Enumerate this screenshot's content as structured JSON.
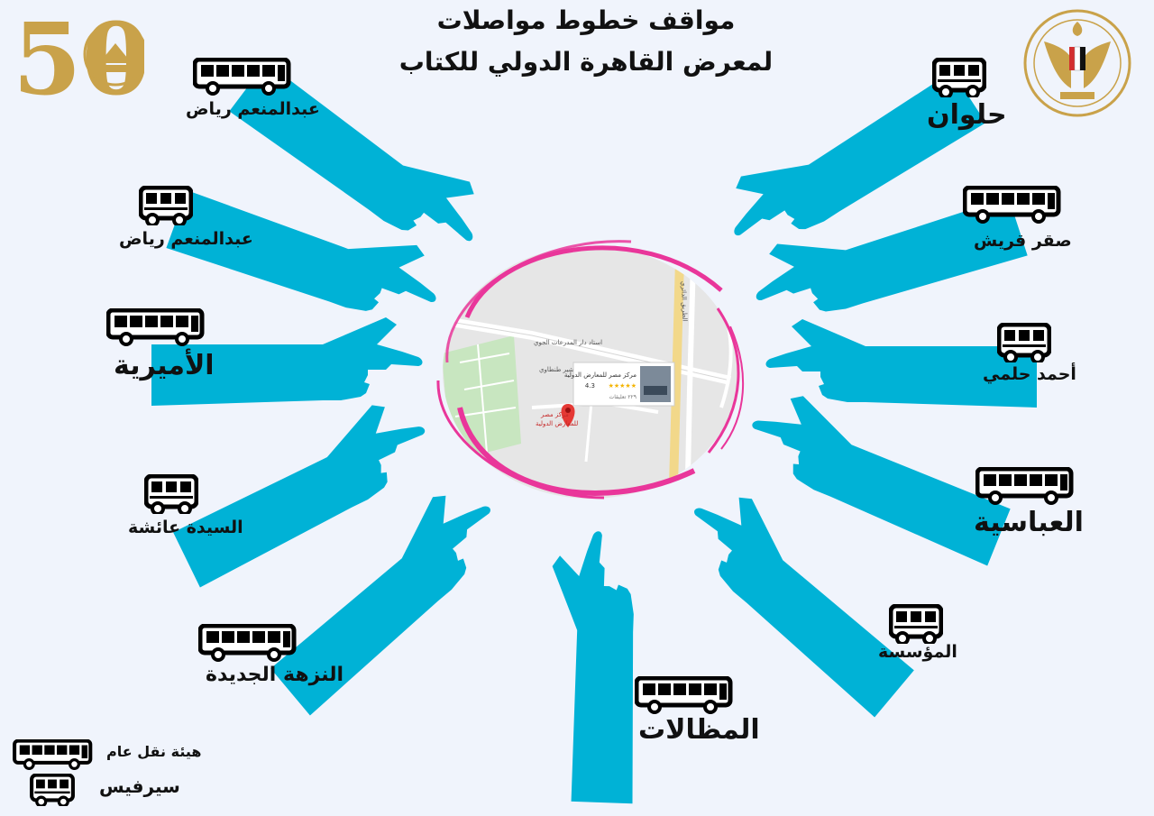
{
  "title": {
    "line1": "مواقف خطوط مواصلات",
    "line2": "لمعرض القاهرة الدولي للكتاب"
  },
  "logos": {
    "left_number": "50",
    "left_badge": "the 50th anniversary book fair emblem",
    "right_badge": "Ministry of Culture eagle emblem"
  },
  "stations": [
    {
      "id": "abdelmoneim-riad-1",
      "label": "عبدالمنعم رياض",
      "bus": "public"
    },
    {
      "id": "abdelmoneim-riad-2",
      "label": "عبدالمنعم رياض",
      "bus": "service"
    },
    {
      "id": "amireya",
      "label": "الأميرية",
      "bus": "public"
    },
    {
      "id": "sayeda-aisha",
      "label": "السيدة عائشة",
      "bus": "service"
    },
    {
      "id": "nozha-gedida",
      "label": "النزهة الجديدة",
      "bus": "public"
    },
    {
      "id": "mazallat",
      "label": "المظالات",
      "bus": "public"
    },
    {
      "id": "moassasa",
      "label": "المؤسسة",
      "bus": "service"
    },
    {
      "id": "abbasia",
      "label": "العباسية",
      "bus": "public"
    },
    {
      "id": "ahmed-helmy",
      "label": "أحمد حلمي",
      "bus": "service"
    },
    {
      "id": "saqr-quraish",
      "label": "صقر قريش",
      "bus": "public"
    },
    {
      "id": "helwan",
      "label": "حلوان",
      "bus": "service"
    }
  ],
  "map": {
    "venue_name": "مركز مصر للمعارض الدولية",
    "rating": "4.3",
    "stars": "★★★★★",
    "reviews": "٢٢٩ تعليقات",
    "pin_label_1": "مركز مصر",
    "pin_label_2": "للمعارض الدولية",
    "road_label_1": "استاد دار المدرعات الجوي",
    "road_label_2": "مسجد المشير طنطاوي",
    "road_label_3": "الطريق الدائري"
  },
  "legend": {
    "public_label": "هيئة نقل عام",
    "service_label": "سيرفيس"
  },
  "colors": {
    "hand": "#00b2d6",
    "ring": "#e9369a",
    "map_bg": "#e6e6e6",
    "park": "#c8e6c0",
    "background": "#f0f4fc"
  }
}
